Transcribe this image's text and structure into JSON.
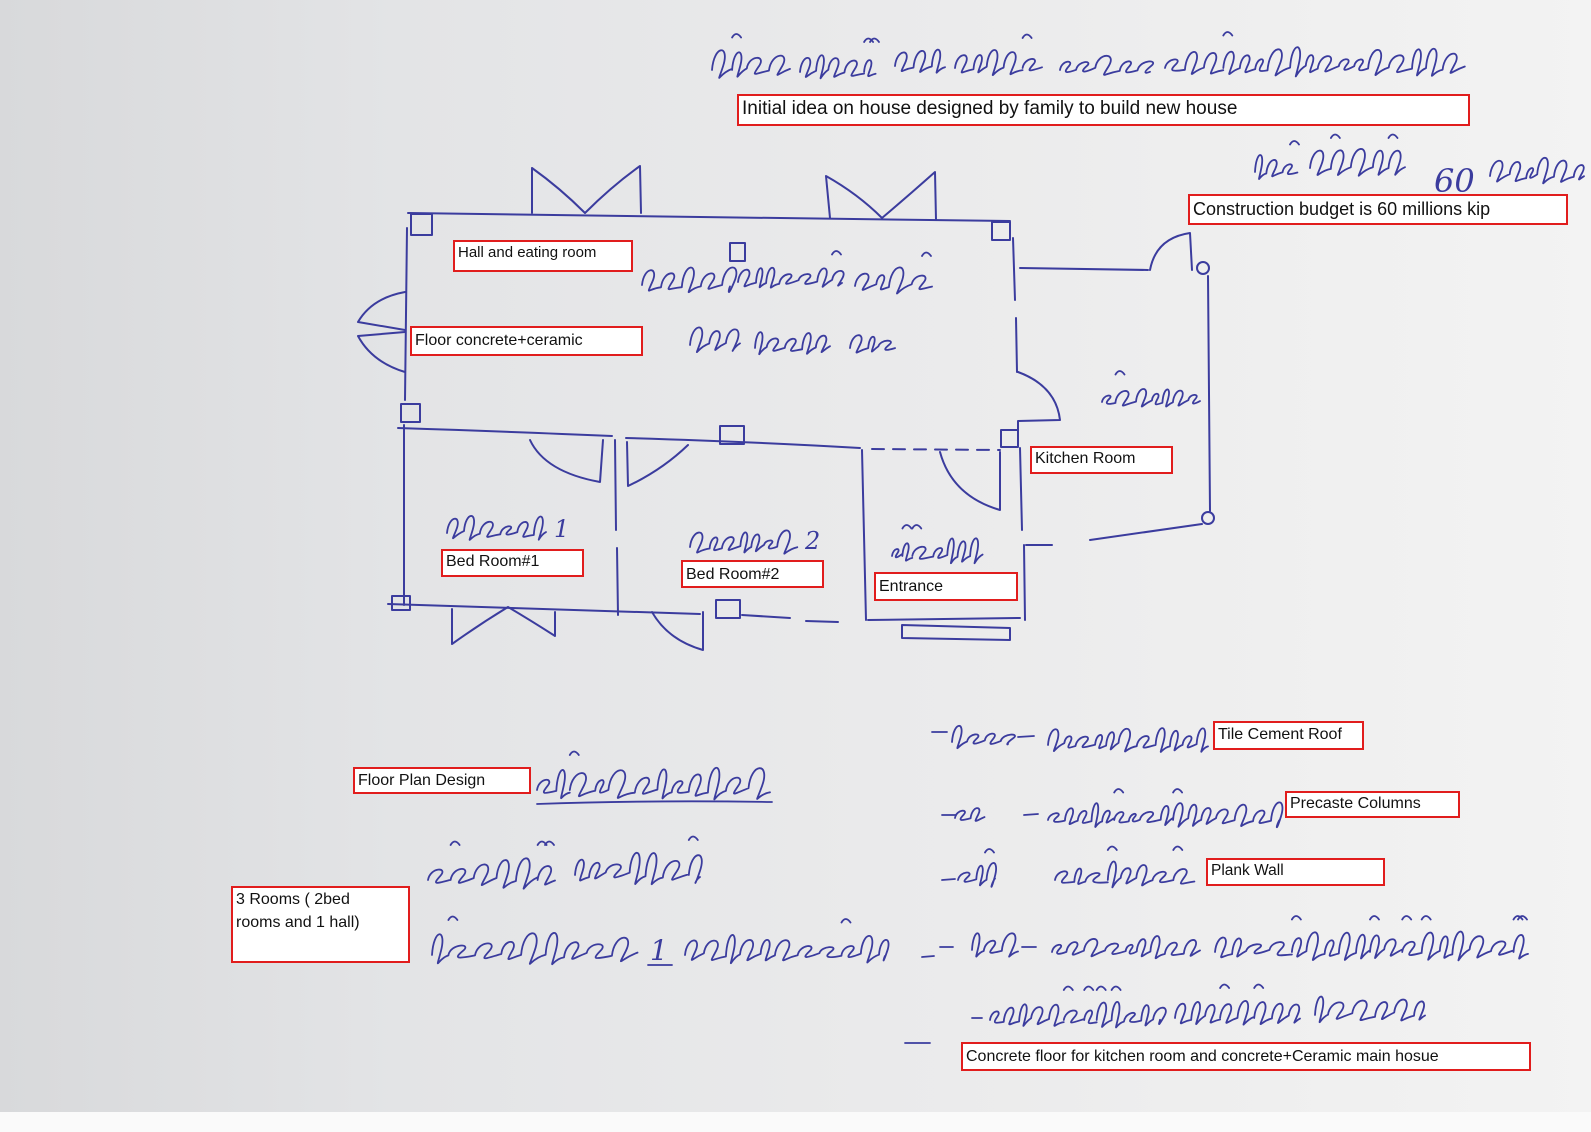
{
  "labels": {
    "title": "Initial idea on house designed by family to build new house",
    "budget": "Construction budget is 60 millions kip",
    "hall": "Hall and eating room",
    "floor_main": "Floor concrete+ceramic",
    "kitchen": "Kitchen Room",
    "bedroom1": "Bed Room#1",
    "bedroom2": "Bed Room#2",
    "entrance": "Entrance",
    "roof": "Tile Cement Roof",
    "columns": "Precaste Columns",
    "wall": "Plank Wall",
    "plan_title": "Floor Plan Design",
    "rooms": "3 Rooms ( 2bed rooms and 1 hall)",
    "floor_note": "Concrete floor for kitchen room and concrete+Ceramic main hosue"
  },
  "handwriting": {
    "budget_amount": "60",
    "bedroom1_number": "1",
    "bedroom2_number": "2",
    "hall_count": "1"
  },
  "colors": {
    "ink": "#3b3c9e",
    "label_border": "#e11d1d",
    "label_fill": "#ffffff",
    "paper": "#e9e9ea"
  }
}
